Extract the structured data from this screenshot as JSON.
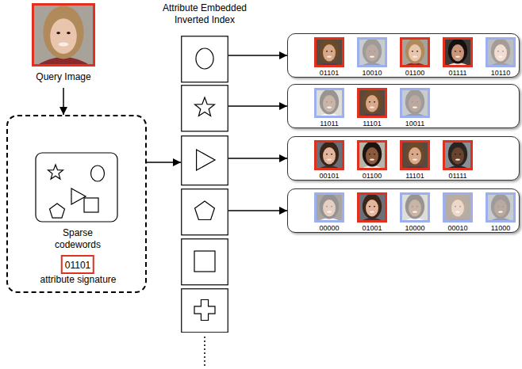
{
  "diagram": {
    "nodes": [
      {
        "text": [
          "Query Image"
        ]
      },
      {
        "text": [
          "Sparse codewords",
          "attribute signature"
        ]
      },
      {
        "text": [
          "01101"
        ],
        "in": 1
      },
      {
        "text": [
          "Attribute Embedded Inverted Index"
        ]
      },
      {
        "text": [
          "01101",
          "10010",
          "01100",
          "01111",
          "10110"
        ]
      },
      {
        "text": [
          "11011",
          "11101",
          "10011"
        ]
      },
      {
        "text": [
          "00101",
          "01100",
          "11101",
          "01111"
        ]
      },
      {
        "text": [
          "00000",
          "01001",
          "10000",
          "00010",
          "11000"
        ]
      }
    ],
    "edges": [
      {
        "from": 0,
        "to": 1,
        "arrow": "to"
      },
      {
        "from": 1,
        "to": 3,
        "arrow": "to"
      },
      {
        "from": 3,
        "to": 4,
        "arrow": "to"
      },
      {
        "from": 3,
        "to": 5,
        "arrow": "to"
      },
      {
        "from": 3,
        "to": 6,
        "arrow": "to"
      },
      {
        "from": 3,
        "to": 7,
        "arrow": "to"
      }
    ]
  }
}
